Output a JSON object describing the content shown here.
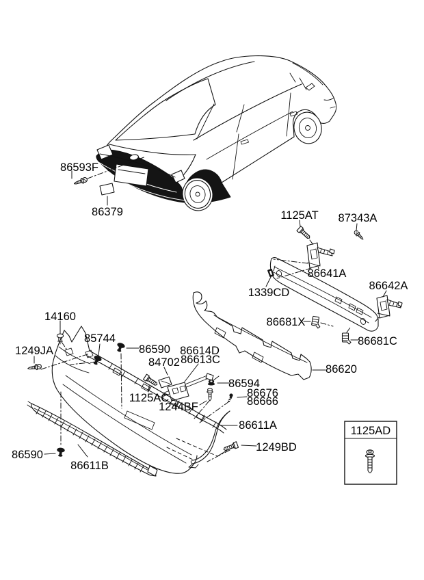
{
  "page": {
    "background": "#ffffff",
    "ink": "#111111"
  },
  "diagram": {
    "kind": "exploded-parts-diagram",
    "subject": "rear bumper",
    "labels": {
      "86593F": "86593F",
      "86379": "86379",
      "1125AT": "1125AT",
      "87343A": "87343A",
      "86641A": "86641A",
      "86642A": "86642A",
      "1339CD": "1339CD",
      "86681X": "86681X",
      "86681C": "86681C",
      "86620": "86620",
      "14160": "14160",
      "1249JA": "1249JA",
      "85744": "85744",
      "86590": "86590",
      "84702": "84702",
      "86614D": "86614D",
      "86613C": "86613C",
      "1125AC": "1125AC",
      "1244BF": "1244BF",
      "86594": "86594",
      "86676": "86676",
      "86666": "86666",
      "86611A": "86611A",
      "1249BD": "1249BD",
      "86611B": "86611B",
      "1125AD": "1125AD"
    },
    "hardware_icons": {
      "86593F": "tapping-screw",
      "1249JA": "tapping-screw",
      "87343A": "tapping-screw",
      "1125AT": "flange-bolt",
      "1125AC": "flange-bolt",
      "1249BD": "flange-bolt",
      "1125AD": "flange-bolt",
      "1244BF": "machine-screw",
      "86676": "machine-screw",
      "86666": "machine-screw",
      "14160": "push-clip",
      "85744": "push-clip",
      "86590": "grommet",
      "1339CD": "clip-nut",
      "86594": "flange-nut",
      "86681X": "retainer-clip",
      "86681C": "retainer-clip"
    }
  }
}
